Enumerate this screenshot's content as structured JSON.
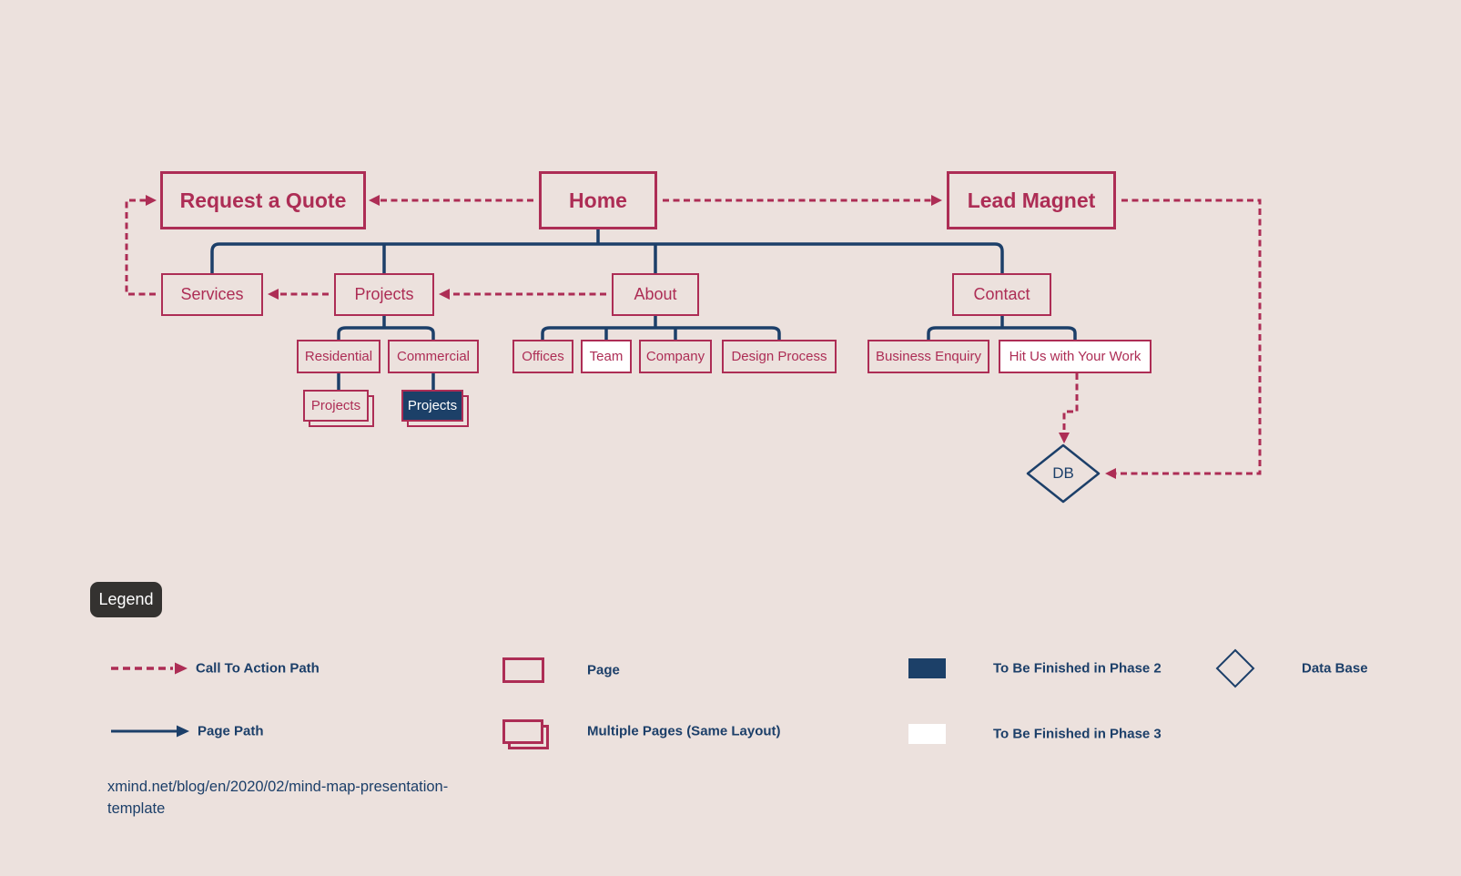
{
  "diagram": {
    "nodes": {
      "request_quote": "Request a Quote",
      "home": "Home",
      "lead_magnet": "Lead Magnet",
      "services": "Services",
      "projects": "Projects",
      "about": "About",
      "contact": "Contact",
      "residential": "Residential",
      "commercial": "Commercial",
      "offices": "Offices",
      "team": "Team",
      "company": "Company",
      "design_process": "Design Process",
      "business_enquiry": "Business Enquiry",
      "hit_us": "Hit Us with Your Work",
      "projects_multi_residential": "Projects",
      "projects_multi_commercial": "Projects",
      "db": "DB"
    }
  },
  "legend": {
    "title": "Legend",
    "items": [
      {
        "icon": "dashed-arrow",
        "label": "Call To Action Path"
      },
      {
        "icon": "solid-arrow",
        "label": "Page Path"
      },
      {
        "icon": "page-rect",
        "label": "Page"
      },
      {
        "icon": "stacked-rects",
        "label": "Multiple Pages (Same Layout)"
      },
      {
        "icon": "navy-fill",
        "label": "To Be Finished in Phase 2"
      },
      {
        "icon": "white-fill",
        "label": "To Be Finished in Phase 3"
      },
      {
        "icon": "diamond",
        "label": "Data Base"
      }
    ]
  },
  "footer": {
    "source_url": "xmind.net/blog/en/2020/02/mind-map-presentation-template"
  },
  "colors": {
    "background": "#ece1dd",
    "crimson": "#ad2d55",
    "navy": "#1c3f69",
    "phase2_fill": "#1c4068",
    "phase3_fill": "#ffffff",
    "legend_badge": "#343230"
  }
}
